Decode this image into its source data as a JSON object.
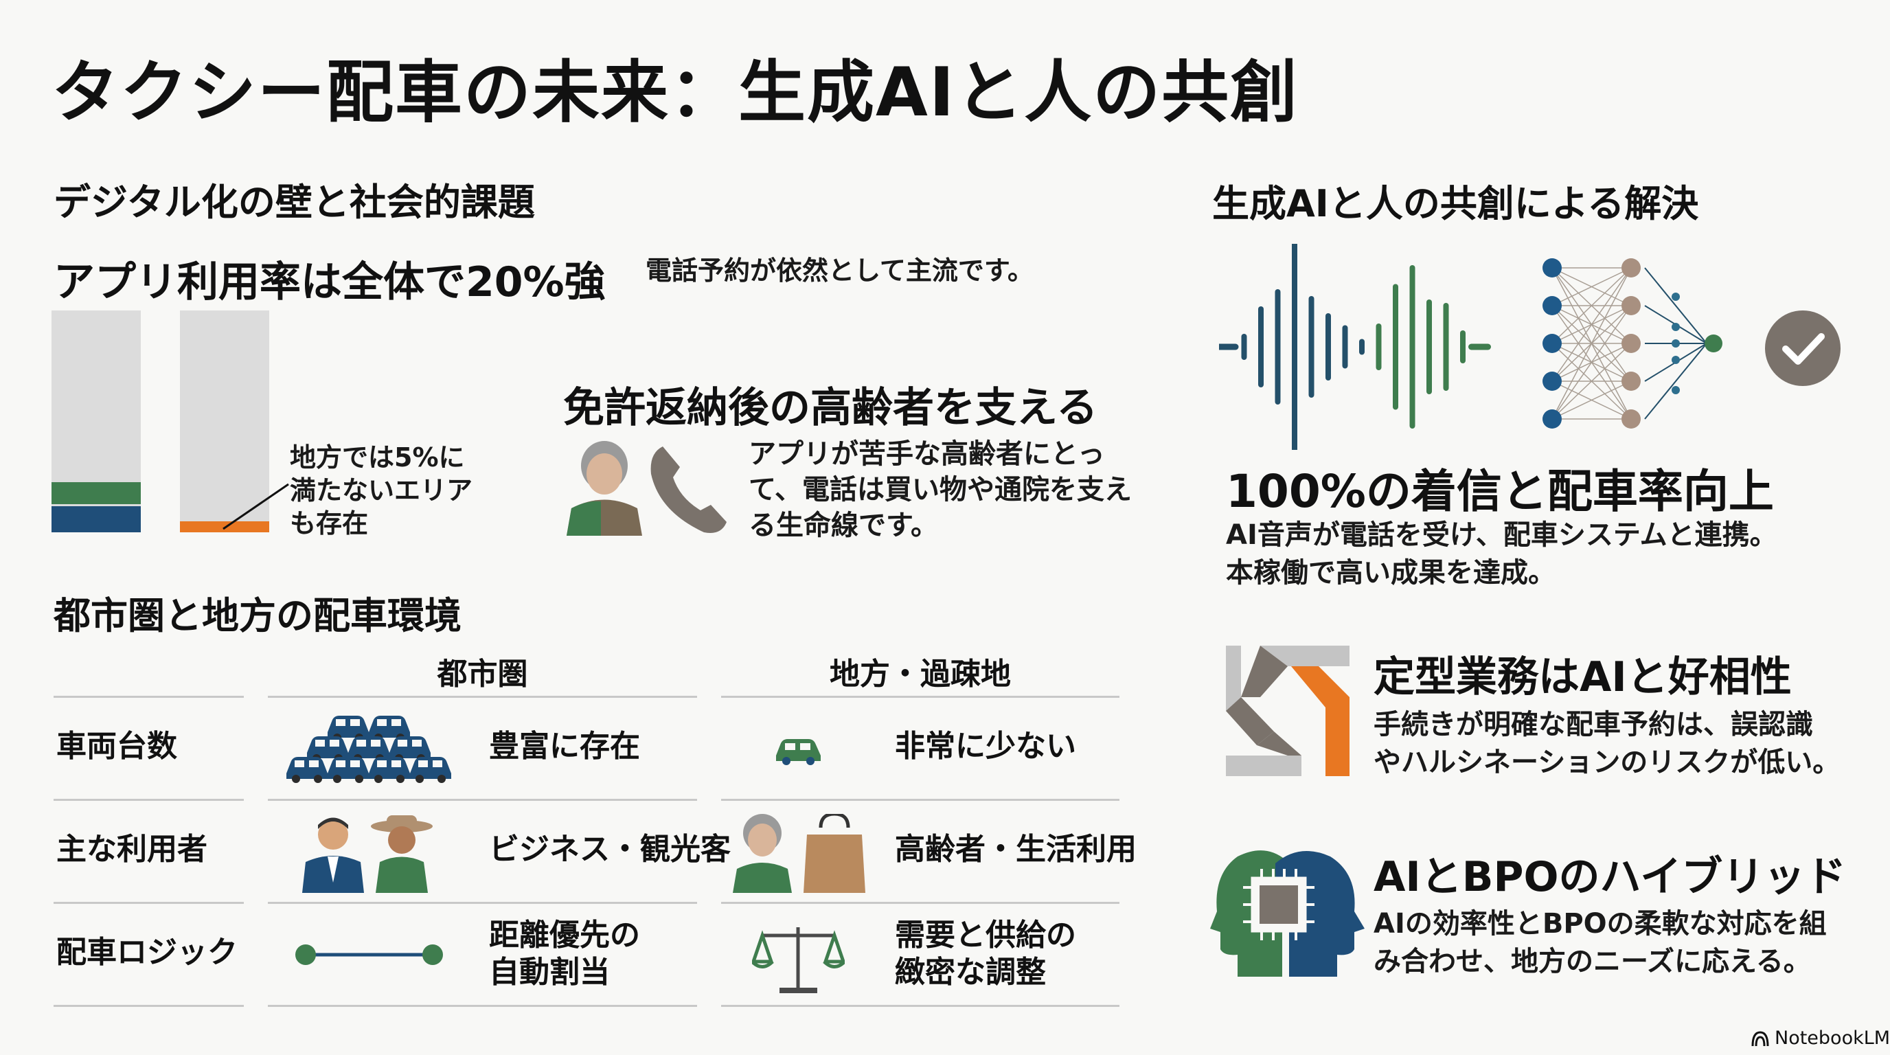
{
  "title": "タクシー配車の未来：生成AIと人の共創",
  "left": {
    "section_title": "デジタル化の壁と社会的課題",
    "app_usage": {
      "headline": "アプリ利用率は全体で20%強",
      "subtext": "電話予約が依然として主流です。",
      "overall_percent": 20,
      "rural_percent": 5,
      "note": [
        "地方では5%に",
        "満たないエリア",
        "も存在"
      ]
    },
    "elderly": {
      "headline": "免許返納後の高齢者を支える",
      "text": [
        "アプリが苦手な高齢者にとっ",
        "て、電話は買い物や通院を支え",
        "る生命線です。"
      ]
    },
    "table": {
      "title": "都市圏と地方の配車環境",
      "columns": [
        "都市圏",
        "地方・過疎地"
      ],
      "rows": [
        {
          "label": "車両台数",
          "urban": [
            "豊富に存在"
          ],
          "rural": [
            "非常に少ない"
          ]
        },
        {
          "label": "主な利用者",
          "urban": [
            "ビジネス・観光客"
          ],
          "rural": [
            "高齢者・生活利用"
          ]
        },
        {
          "label": "配車ロジック",
          "urban": [
            "距離優先の",
            "自動割当"
          ],
          "rural": [
            "需要と供給の",
            "緻密な調整"
          ]
        }
      ]
    }
  },
  "right": {
    "section_title": "生成AIと人の共創による解決",
    "result": {
      "headline": "100%の着信と配車率向上",
      "text": [
        "AI音声が電話を受け、配車システムと連携。",
        "本稼働で高い成果を達成。"
      ]
    },
    "routine": {
      "headline": "定型業務はAIと好相性",
      "text": [
        "手続きが明確な配車予約は、誤認識",
        "やハルシネーションのリスクが低い。"
      ]
    },
    "hybrid": {
      "headline": "AIとBPOのハイブリッド",
      "text": [
        "AIの効率性とBPOの柔軟な対応を組",
        "み合わせ、地方のニーズに応える。"
      ]
    }
  },
  "footer": {
    "brand": "NotebookLM"
  },
  "colors": {
    "blue": "#1f4e79",
    "green": "#3f7d4e",
    "orange": "#e87722",
    "gray": "#7a726b",
    "light": "#dcdcdc"
  }
}
